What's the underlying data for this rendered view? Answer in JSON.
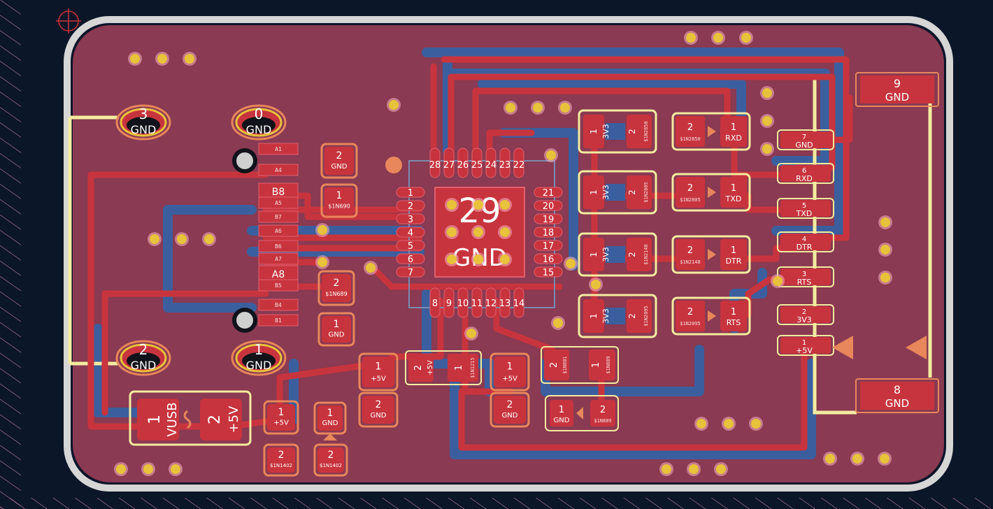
{
  "colors": {
    "background": "#0b1628",
    "board": "#8a3a52",
    "edge_cuts": "#d6d6d6",
    "front_copper": "#c8343d",
    "back_copper": "#3b5f9e",
    "silkscreen": "#f4eca0",
    "courtyard": "#e8875b",
    "via": "#e8c23a"
  },
  "main_ic": {
    "pad_number": "29",
    "pad_net": "GND",
    "top_pins": [
      "28",
      "27",
      "26",
      "25",
      "24",
      "23",
      "22"
    ],
    "left_pins": [
      "1",
      "2",
      "3",
      "4",
      "5",
      "6",
      "7"
    ],
    "right_pins": [
      "21",
      "20",
      "19",
      "18",
      "17",
      "16",
      "15"
    ],
    "bottom_pins": [
      "8",
      "9",
      "10",
      "11",
      "12",
      "13",
      "14"
    ]
  },
  "mount_pads": [
    {
      "num": "3",
      "net": "GND"
    },
    {
      "num": "0",
      "net": "GND"
    },
    {
      "num": "2",
      "net": "GND"
    },
    {
      "num": "1",
      "net": "GND"
    }
  ],
  "usb_pins": [
    "A1",
    "A4",
    "B8",
    "A5",
    "B7",
    "A6",
    "B6",
    "A7",
    "A8",
    "B5",
    "B4",
    "B1"
  ],
  "usb_big_labels": [
    "B8",
    "A8"
  ],
  "connector": [
    {
      "num": "9",
      "net": "GND"
    },
    {
      "num": "7",
      "net": "GND"
    },
    {
      "num": "6",
      "net": "RXD"
    },
    {
      "num": "5",
      "net": "TXD"
    },
    {
      "num": "4",
      "net": "DTR"
    },
    {
      "num": "3",
      "net": "RTS"
    },
    {
      "num": "2",
      "net": "3V3"
    },
    {
      "num": "1",
      "net": "+5V"
    },
    {
      "num": "8",
      "net": "GND"
    }
  ],
  "led_rows": [
    {
      "left_net": "3V3",
      "res_net": "$1N2850",
      "led_net": "RXD",
      "pad1": "1",
      "pad2": "2"
    },
    {
      "left_net": "3V3",
      "res_net": "$1N2805",
      "led_net": "TXD",
      "pad1": "1",
      "pad2": "2"
    },
    {
      "left_net": "3V3",
      "res_net": "$1N2148",
      "led_net": "DTR",
      "pad1": "1",
      "pad2": "2"
    },
    {
      "left_net": "3V3",
      "res_net": "$1N2095",
      "led_net": "RTS",
      "pad1": "1",
      "pad2": "2"
    }
  ],
  "small_parts": {
    "cap_usb_top": {
      "p2": "GND",
      "p1": "$1N690"
    },
    "cap_usb_bot": {
      "p2": "$1N689",
      "p1": "GND"
    },
    "cap_a": {
      "p1": "+5V",
      "p2": "GND"
    },
    "res_a": {
      "p2": "+5V",
      "p1": "$1N1215"
    },
    "cap_b": {
      "p1": "+5V",
      "p2": "GND"
    },
    "res_b": {
      "p2": "$1N801",
      "p1": "$1N889"
    },
    "led_b": {
      "p1": "GND",
      "p2": "$1N889"
    },
    "fuse": {
      "p1": "VUSB",
      "p2": "+5V"
    },
    "diode_a": {
      "p1": "+5V",
      "p2": "$1N1402"
    },
    "diode_b": {
      "p1": "GND",
      "p2": "$1N1402"
    }
  },
  "pin_nums": {
    "one": "1",
    "two": "2"
  }
}
